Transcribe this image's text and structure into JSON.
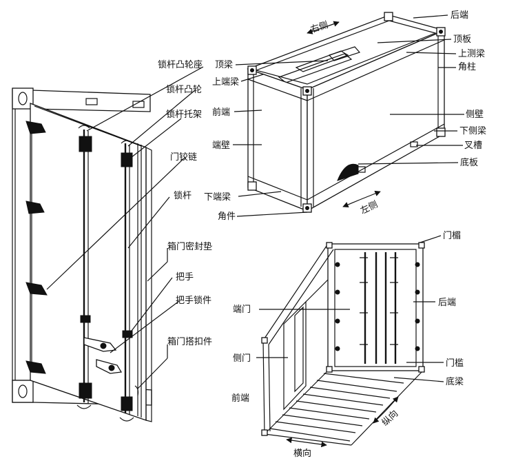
{
  "door_diagram": {
    "labels": {
      "lock_cam_seat": "锁杆凸轮座",
      "lock_cam": "锁杆凸轮",
      "lock_bracket": "锁杆托架",
      "door_hinge": "门铰链",
      "lock_rod": "锁杆",
      "door_seal": "箱门密封垫",
      "handle": "把手",
      "handle_lock": "把手锁件",
      "door_hasp": "箱门搭扣件"
    }
  },
  "exterior_diagram": {
    "labels": {
      "rear_end": "后端",
      "top_panel": "顶板",
      "top_side_rail": "上测梁",
      "corner_post": "角柱",
      "top_beam": "顶梁",
      "top_end_rail": "上端梁",
      "front_end": "前端",
      "end_wall": "端壁",
      "side_wall": "侧壁",
      "bottom_side_rail": "下侧梁",
      "forklift_pocket": "叉槽",
      "floor": "底板",
      "bottom_end_rail": "下端梁",
      "corner_fitting": "角件",
      "right_side": "右侧",
      "left_side": "左侧"
    }
  },
  "interior_diagram": {
    "labels": {
      "door_header": "门楣",
      "end_door": "端门",
      "rear_end": "后端",
      "side_door": "侧门",
      "door_sill": "门槛",
      "floor_beam": "底梁",
      "front_end": "前端",
      "longitudinal": "纵向",
      "transverse": "横向"
    }
  }
}
